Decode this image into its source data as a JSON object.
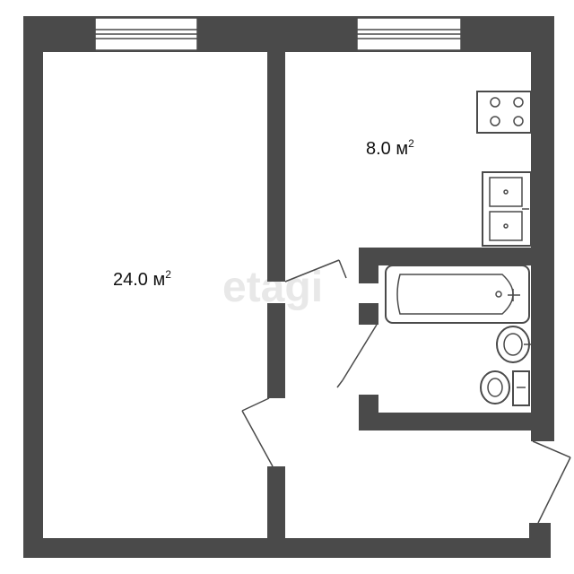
{
  "rooms": {
    "living": {
      "area": "24.0",
      "unit": "м",
      "exp": "2"
    },
    "kitchen": {
      "area": "8.0",
      "unit": "м",
      "exp": "2"
    }
  },
  "watermark": "etagi",
  "colors": {
    "wall": "#4a4a4a",
    "background": "#ffffff"
  },
  "icons": [
    "window-icon",
    "stove-icon",
    "sink-icon",
    "bathtub-icon",
    "washbasin-icon",
    "toilet-icon",
    "door-icon"
  ]
}
